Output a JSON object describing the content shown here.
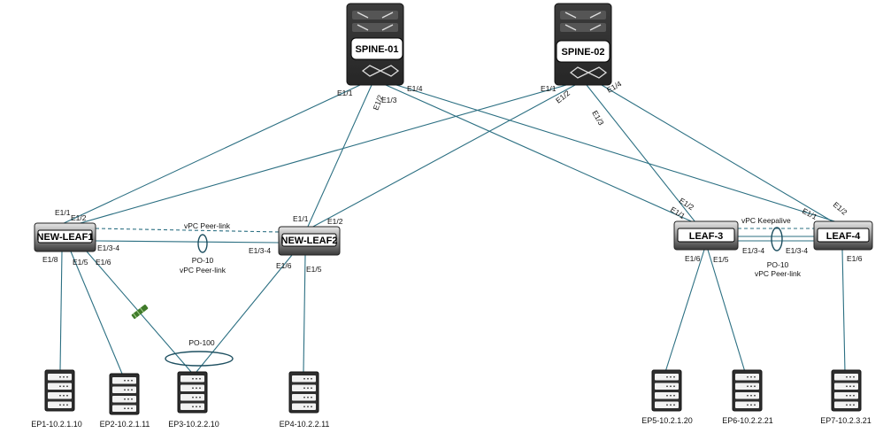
{
  "spines": [
    {
      "id": "spine01",
      "name": "SPINE-01"
    },
    {
      "id": "spine02",
      "name": "SPINE-02"
    }
  ],
  "leaves": [
    {
      "id": "leaf1",
      "name": "NEW-LEAF1"
    },
    {
      "id": "leaf2",
      "name": "NEW-LEAF2"
    },
    {
      "id": "leaf3",
      "name": "LEAF-3"
    },
    {
      "id": "leaf4",
      "name": "LEAF-4"
    }
  ],
  "endpoints": [
    {
      "id": "ep1",
      "name": "EP1-10.2.1.10"
    },
    {
      "id": "ep2",
      "name": "EP2-10.2.1.11"
    },
    {
      "id": "ep3",
      "name": "EP3-10.2.2.10"
    },
    {
      "id": "ep4",
      "name": "EP4-10.2.2.11"
    },
    {
      "id": "ep5",
      "name": "EP5-10.2.1.20"
    },
    {
      "id": "ep6",
      "name": "EP6-10.2.2.21"
    },
    {
      "id": "ep7",
      "name": "EP7-10.2.3.21"
    }
  ],
  "port_labels": {
    "s1_e11": "E1/1",
    "s1_e12": "E1/2",
    "s1_e13": "E1/3",
    "s1_e14": "E1/4",
    "s2_e11": "E1/1",
    "s2_e12": "E1/2",
    "s2_e13": "E1/3",
    "s2_e14": "E1/4",
    "l1_e11": "E1/1",
    "l1_e12": "E1/2",
    "l1_e134": "E1/3-4",
    "l1_e18": "E1/8",
    "l1_e15": "E1/5",
    "l1_e16": "E1/6",
    "l2_e11": "E1/1",
    "l2_e12": "E1/2",
    "l2_e134": "E1/3-4",
    "l2_e16": "E1/6",
    "l2_e15": "E1/5",
    "l3_e12": "E1/2",
    "l3_e11": "E1/1",
    "l3_e134": "E1/3-4",
    "l3_e16": "E1/6",
    "l3_e15": "E1/5",
    "l4_e11": "E1/1",
    "l4_e12": "E1/2",
    "l4_e134": "E1/3-4",
    "l4_e16": "E1/6"
  },
  "link_labels": {
    "vpc_peer_link_top": "vPC Peer-link",
    "po10_left": "PO-10",
    "vpc_peer_link_left": "vPC Peer-link",
    "po100": "PO-100",
    "vpc_keepalive": "vPC Keepalive",
    "po10_right": "PO-10",
    "vpc_peer_link_right": "vPC Peer-link"
  },
  "colors": {
    "link": "#2b6f82",
    "device_dark": "#2e2e2e",
    "device_light": "#bdbdbd",
    "label_bg": "#ffffff",
    "check_green": "#3f7a2a"
  }
}
